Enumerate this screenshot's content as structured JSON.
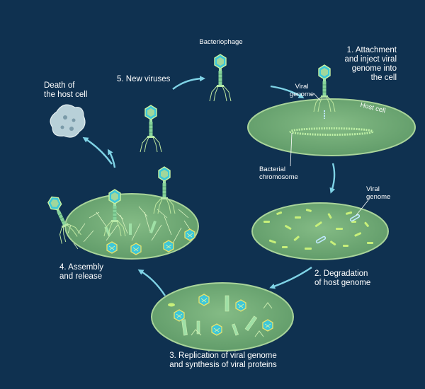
{
  "labels": {
    "bacteriophage": "Bacteriophage",
    "step1": [
      "1. Attachment",
      "and inject viral",
      "genome into",
      "the cell"
    ],
    "viral_genome_1": [
      "Viral",
      "genome"
    ],
    "host_cell": "Host cell",
    "bacterial_chromosome": [
      "Bacterial",
      "chromosome"
    ],
    "viral_genome_2": [
      "Viral",
      "genome"
    ],
    "step2": [
      "2. Degradation",
      "of host genome"
    ],
    "step3": [
      "3. Replication of viral genome",
      "and synthesis of viral proteins"
    ],
    "step4": [
      "4. Assembly",
      "and release"
    ],
    "step5": "5. New viruses",
    "death": [
      "Death of",
      "the host cell"
    ]
  },
  "colors": {
    "background": "#0f3150",
    "cell_fill": "#6ea573",
    "cell_edge": "#a9d49a",
    "phage_head": "#3ec7d9",
    "phage_tail": "#86d39a",
    "chromosome": "#bff0a6",
    "arrow": "#7fd3e6",
    "dead_cell": "#b8d0d8"
  }
}
